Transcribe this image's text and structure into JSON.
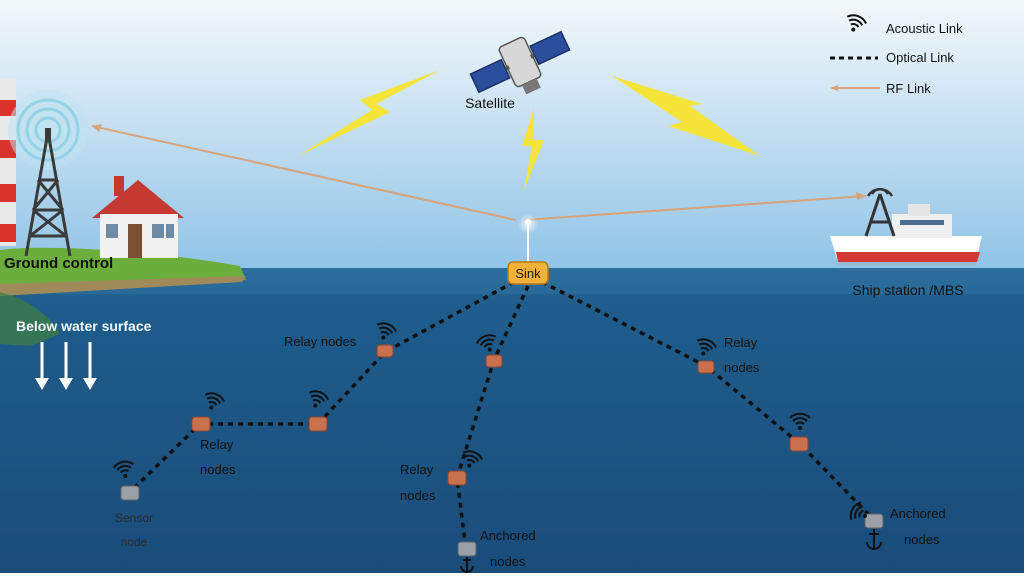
{
  "legend": {
    "acoustic": "Acoustic Link",
    "optical": "Optical Link",
    "rf": "RF Link"
  },
  "labels": {
    "satellite": "Satellite",
    "sink": "Sink",
    "ground_control": "Ground control",
    "ship_station": "Ship station /MBS",
    "below_water": "Below water surface",
    "relay_nodes_top": "Relay nodes",
    "relay_right_1": "Relay",
    "relay_right_2": "nodes",
    "relay_left_1": "Relay",
    "relay_left_2": "nodes",
    "relay_mid_1": "Relay",
    "relay_mid_2": "nodes",
    "sensor_1": "Sensor",
    "sensor_2": "node",
    "anchored_mid_1": "Anchored",
    "anchored_mid_2": "nodes",
    "anchored_right_1": "Anchored",
    "anchored_right_2": "nodes"
  },
  "colors": {
    "sky_top": "#f4f8fb",
    "sky_bottom": "#8fc3e6",
    "sea_surface": "#245e8a",
    "sea_deep": "#1b4f7d",
    "optical_link": "#111111",
    "rf_link": "#d7a37a",
    "lightning": "#f5e53a",
    "sink": "#f2b23a",
    "relay_node": "#c9714f",
    "sensor_node": "#9aa0a6"
  }
}
